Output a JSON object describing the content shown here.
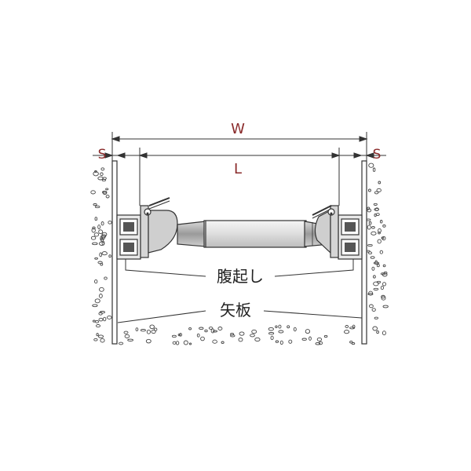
{
  "labels": {
    "overall_width": "W",
    "strut_length": "L",
    "left_gap": "S",
    "right_gap": "S",
    "wale": "腹起し",
    "sheet_pile": "矢板"
  },
  "colors": {
    "dimension_text": "#8a2b2b",
    "line": "#333333",
    "soil_dot": "#444444",
    "pipe_fill": "#e6e6e6"
  }
}
